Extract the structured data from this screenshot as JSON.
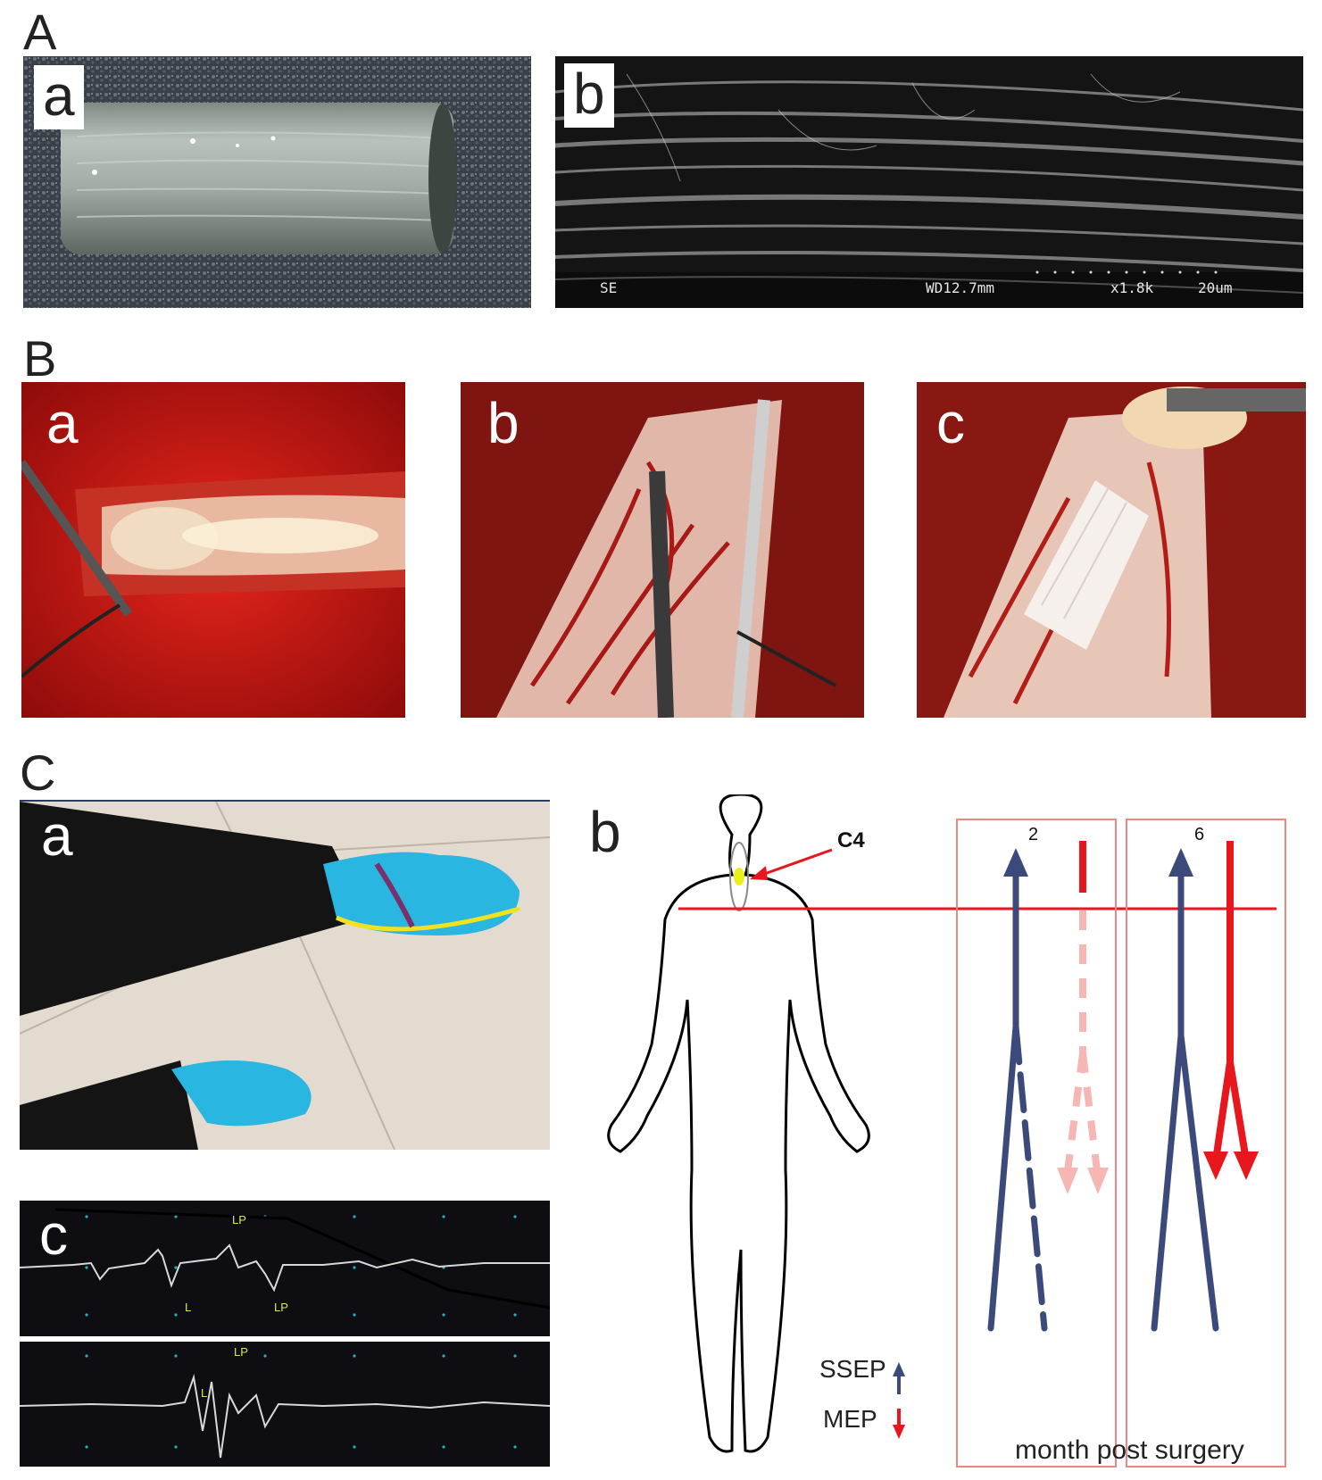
{
  "section_labels": {
    "A": "A",
    "B": "B",
    "C": "C"
  },
  "panel_labels": {
    "A_a": "a",
    "A_b": "b",
    "B_a": "a",
    "B_b": "b",
    "B_c": "c",
    "C_a": "a",
    "C_b": "b",
    "C_c": "c"
  },
  "sem": {
    "mode": "SE",
    "wd": "WD12.7mm",
    "mag": "x1.8k",
    "scale": "20um"
  },
  "diagram": {
    "level": "C4",
    "month_2": "2",
    "month_6": "6",
    "legend_ssep": "SSEP",
    "legend_mep": "MEP",
    "xlabel": "month post surgery",
    "colors": {
      "ssep": "#3b4a7a",
      "mep": "#e8161d",
      "mep_faded": "#f6b7b4",
      "box": "#e98984"
    }
  },
  "eeg": {
    "trace_labels": [
      "LP",
      "L",
      "LP",
      "L",
      "LP"
    ]
  }
}
